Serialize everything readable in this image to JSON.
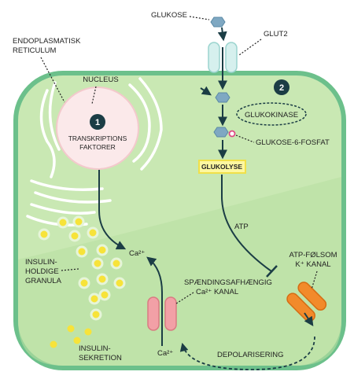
{
  "labels": {
    "glukose": "GLUKOSE",
    "glut2": "GLUT2",
    "er_line1": "ENDOPLASMATISK",
    "er_line2": "RETICULUM",
    "nucleus": "NUCLEUS",
    "step1": "1",
    "step2": "2",
    "tf_line1": "TRANSKRIPTIONS",
    "tf_line2": "FAKTORER",
    "glukokinase": "GLUKOKINASE",
    "g6p": "GLUKOSE-6-FOSFAT",
    "glukolyse": "GLUKOLYSE",
    "atp": "ATP",
    "katp_line1": "ATP-FØLSOM",
    "katp_line2": "K⁺ KANAL",
    "ca_in": "Ca²⁺",
    "ca_out": "Ca²⁺",
    "insulin_line1": "INSULIN-",
    "insulin_line2": "HOLDIGE",
    "insulin_line3": "GRANULA",
    "vgcc_line1": "SPÆNDINGSAFHÆNGIG",
    "vgcc_line2": "Ca²⁺ KANAL",
    "secretion_line1": "INSULIN-",
    "secretion_line2": "SEKRETION",
    "depolarisering": "DEPOLARISERING"
  },
  "colors": {
    "cell_fill": "#c9e8b3",
    "cell_border": "#6cc08b",
    "nucleus_fill": "#fbe9ea",
    "glucose": "#7fa8c2",
    "glut2": "#d6f0ee",
    "marker": "#1b3d45",
    "channel_pink": "#f2a0a6",
    "channel_orange": "#f28a2b",
    "granule": "#f7e33a",
    "glukolyse_box": "#fdf7a0"
  }
}
